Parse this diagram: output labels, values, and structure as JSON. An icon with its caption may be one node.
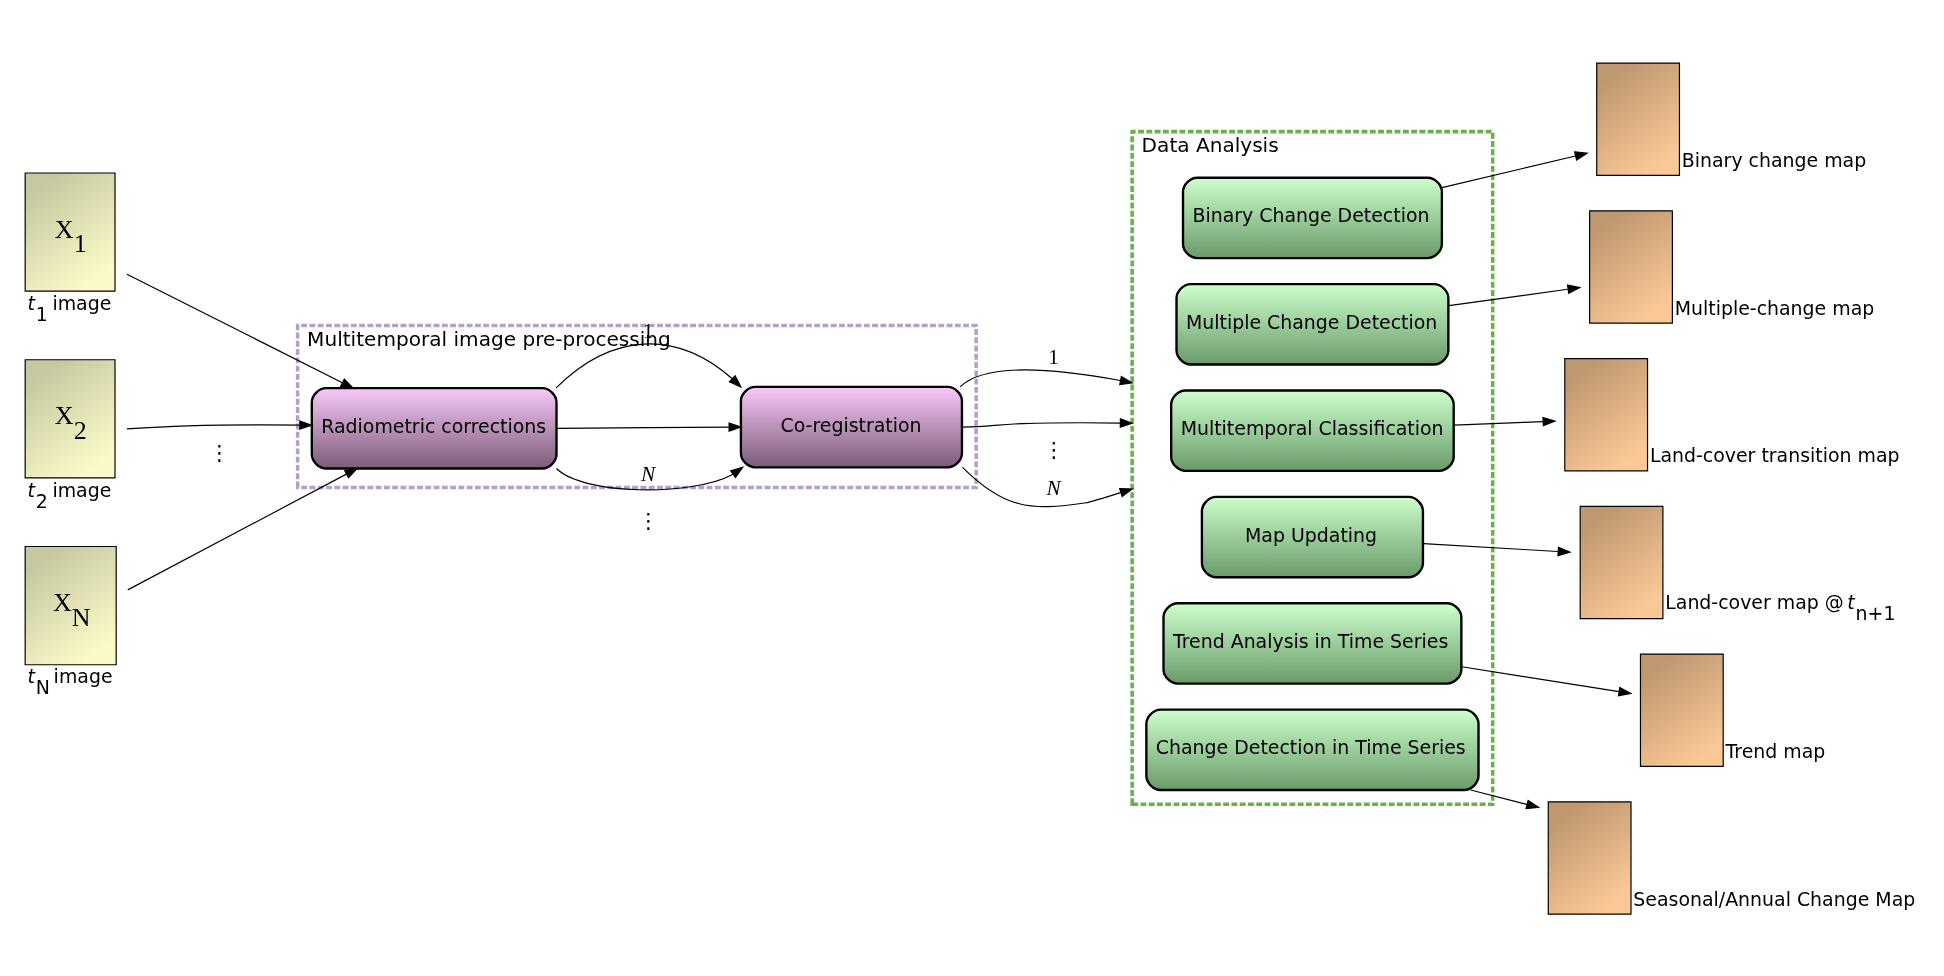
{
  "diagram": {
    "nodes": [
      {
        "text": [
          "X$_{1}$"
        ],
        "beside": [
          "*t*$_{1}$ image"
        ]
      },
      {
        "text": [
          "X$_{2}$"
        ],
        "beside": [
          "*t*$_{2}$ image"
        ]
      },
      {
        "text": [
          "X$_{N}$"
        ],
        "beside": [
          "*t*$_{N}$ image"
        ]
      },
      {
        "text": [
          "Multitemporal image pre-processing"
        ]
      },
      {
        "text": [
          "Radiometric corrections"
        ],
        "in": 3
      },
      {
        "text": [
          "Co-registration"
        ],
        "in": 3
      },
      {
        "text": [
          "Data Analysis"
        ]
      },
      {
        "text": [
          "Binary Change Detection"
        ],
        "in": 6
      },
      {
        "text": [
          "Multiple Change Detection"
        ],
        "in": 6
      },
      {
        "text": [
          "Multitemporal Classification"
        ],
        "in": 6
      },
      {
        "text": [
          "Map Updating"
        ],
        "in": 6
      },
      {
        "text": [
          "Trend Analysis in Time Series"
        ],
        "in": 6
      },
      {
        "text": [
          "Change Detection in Time Series"
        ],
        "in": 6
      },
      {
        "text": [],
        "shape": "picture",
        "beside": [
          "Binary change map"
        ]
      },
      {
        "text": [],
        "shape": "picture",
        "beside": [
          "Multiple-change map"
        ]
      },
      {
        "text": [],
        "shape": "picture",
        "beside": [
          "Land-cover transition map"
        ]
      },
      {
        "text": [],
        "shape": "picture",
        "beside": [
          "Land-cover map @*t*$_{n+1}$"
        ]
      },
      {
        "text": [],
        "shape": "picture",
        "beside": [
          "Trend map"
        ]
      },
      {
        "text": [],
        "shape": "picture",
        "beside": [
          "Seasonal/Annual Change Map"
        ]
      }
    ],
    "edges": [
      {
        "from": 0,
        "to": 4,
        "arrow": "to"
      },
      {
        "from": 1,
        "to": 4,
        "arrow": "to"
      },
      {
        "from": 2,
        "to": 4,
        "arrow": "to"
      },
      {
        "from": 4,
        "to": 5,
        "arrow": "to",
        "label": "1"
      },
      {
        "from": 4,
        "to": 5,
        "arrow": "to"
      },
      {
        "from": 4,
        "to": 5,
        "arrow": "to",
        "label": "*N*"
      },
      {
        "from": 5,
        "to": 6,
        "arrow": "to",
        "label": "1"
      },
      {
        "from": 5,
        "to": 6,
        "arrow": "to"
      },
      {
        "from": 5,
        "to": 6,
        "arrow": "to",
        "label": "*N*"
      },
      {
        "from": 7,
        "to": 13,
        "arrow": "to"
      },
      {
        "from": 8,
        "to": 14,
        "arrow": "to"
      },
      {
        "from": 9,
        "to": 15,
        "arrow": "to"
      },
      {
        "from": 10,
        "to": 16,
        "arrow": "to"
      },
      {
        "from": 11,
        "to": 17,
        "arrow": "to"
      },
      {
        "from": 12,
        "to": 18,
        "arrow": "to"
      }
    ],
    "labels": [
      "⋮",
      "⋮",
      "⋮"
    ]
  }
}
